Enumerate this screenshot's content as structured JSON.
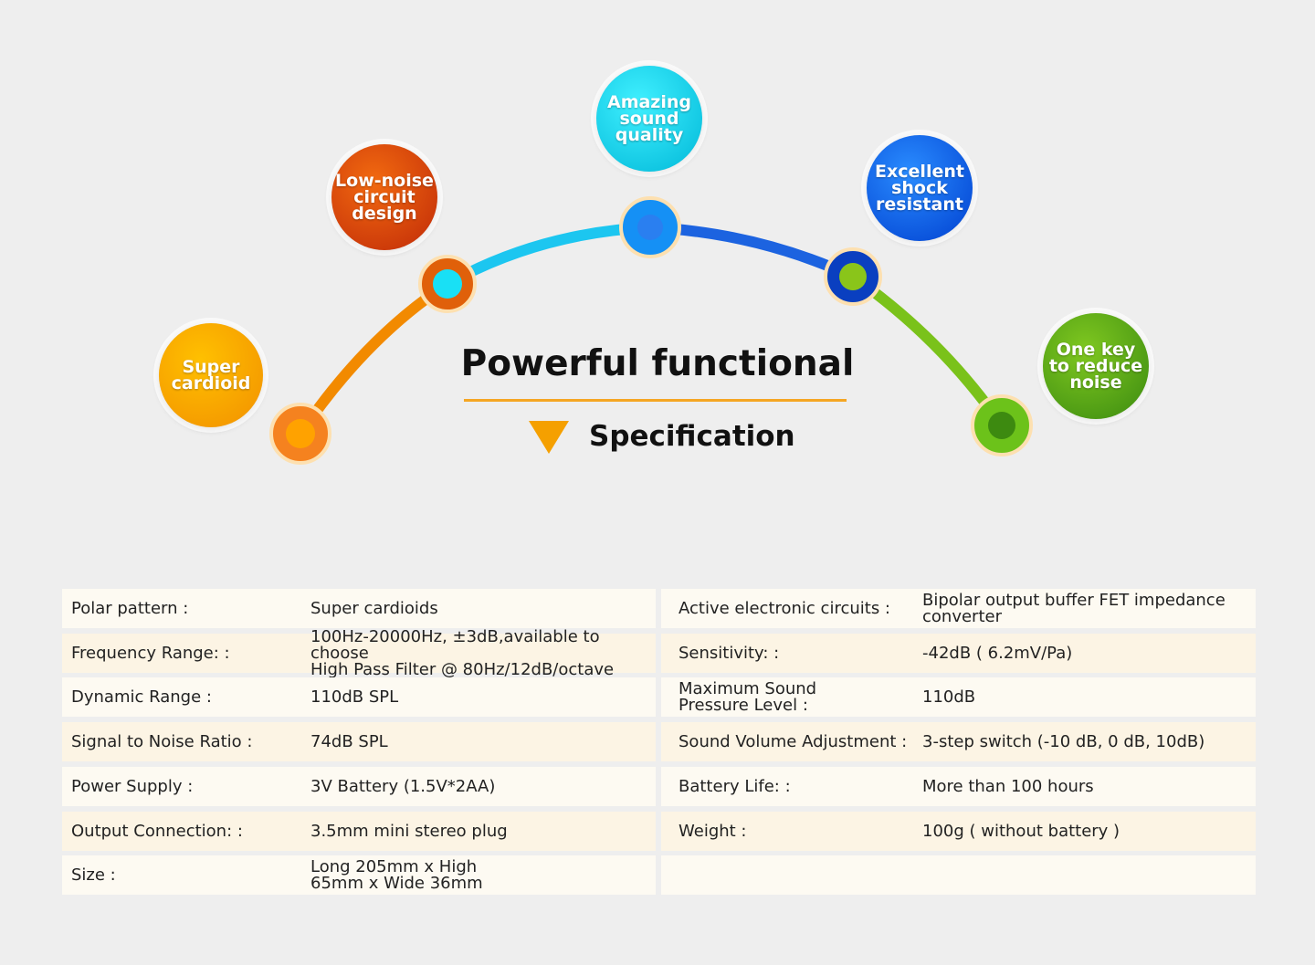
{
  "features": [
    {
      "label": "Super\ncardioid",
      "color": "#f7a200"
    },
    {
      "label": "Low-noise\ncircuit\ndesign",
      "color": "#d9400a"
    },
    {
      "label": "Amazing\nsound\nquality",
      "color": "#1fd3e8"
    },
    {
      "label": "Excellent\nshock\nresistant",
      "color": "#0b5fe8"
    },
    {
      "label": "One key\nto reduce\nnoise",
      "color": "#5aa817"
    }
  ],
  "heading": {
    "title": "Powerful functional",
    "subtitle": "Specification",
    "accent": "#f5a623"
  },
  "specs_left": [
    {
      "label": "Polar pattern :",
      "value": "Super cardioids"
    },
    {
      "label": "Frequency Range: :",
      "value": "100Hz-20000Hz, ±3dB,available to choose\nHigh Pass Filter @ 80Hz/12dB/octave"
    },
    {
      "label": "Dynamic Range :",
      "value": "110dB SPL"
    },
    {
      "label": "Signal to Noise Ratio :",
      "value": "74dB SPL"
    },
    {
      "label": "Power Supply :",
      "value": "3V Battery (1.5V*2AA)"
    },
    {
      "label": "Output Connection: :",
      "value": "3.5mm mini stereo plug"
    },
    {
      "label": "Size :",
      "value": "Long 205mm x High\n65mm x Wide 36mm"
    }
  ],
  "specs_right": [
    {
      "label": "Active electronic circuits :",
      "value": "Bipolar output buffer FET impedance\nconverter"
    },
    {
      "label": "Sensitivity: :",
      "value": "-42dB ( 6.2mV/Pa)"
    },
    {
      "label": "Maximum Sound\nPressure Level :",
      "value": "110dB"
    },
    {
      "label": "Sound Volume Adjustment :",
      "value": "3-step switch (-10 dB, 0 dB, 10dB)"
    },
    {
      "label": "Battery Life: :",
      "value": "More than 100 hours"
    },
    {
      "label": "Weight :",
      "value": "100g ( without battery )"
    },
    {
      "label": "",
      "value": ""
    }
  ]
}
